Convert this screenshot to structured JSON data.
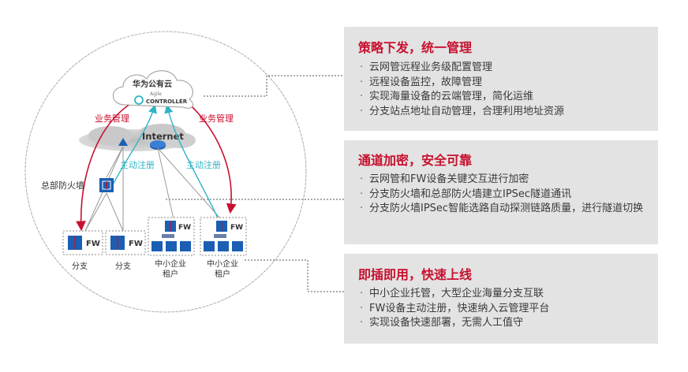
{
  "diagram": {
    "cloud_name": "华为公有云",
    "controller_small": "Agile",
    "controller_label": "CONTROLLER",
    "internet_label": "Internet",
    "business_mgmt_left": "业务管理",
    "business_mgmt_right": "业务管理",
    "register_left": "主动注册",
    "register_right": "主动注册",
    "hq_firewall": "总部防火墙",
    "fw_label": "FW",
    "branch_1": "分支",
    "branch_2": "分支",
    "tenant_1_line1": "中小企业",
    "tenant_1_line2": "租户",
    "tenant_2_line1": "中小企业",
    "tenant_2_line2": "租户",
    "colors": {
      "red": "#c8102e",
      "teal": "#2fb3c6",
      "blue": "#1a5fb4",
      "gray": "#9a9a9a"
    }
  },
  "panels": [
    {
      "title": "策略下发，统一管理",
      "items": [
        "云网管远程业务级配置管理",
        "远程设备监控，故障管理",
        "实现海量设备的云端管理，简化运维",
        "分支站点地址自动管理，合理利用地址资源"
      ]
    },
    {
      "title": "通道加密，安全可靠",
      "items": [
        "云网管和FW设备关键交互进行加密",
        "分支防火墙和总部防火墙建立IPSec隧道通讯",
        "分支防火墙IPSec智能选路自动探测链路质量，进行隧道切换"
      ]
    },
    {
      "title": "即插即用，快速上线",
      "items": [
        "中小企业托管，大型企业海量分支互联",
        "FW设备主动注册，快速纳入云管理平台",
        "实现设备快速部署，无需人工值守"
      ]
    }
  ]
}
